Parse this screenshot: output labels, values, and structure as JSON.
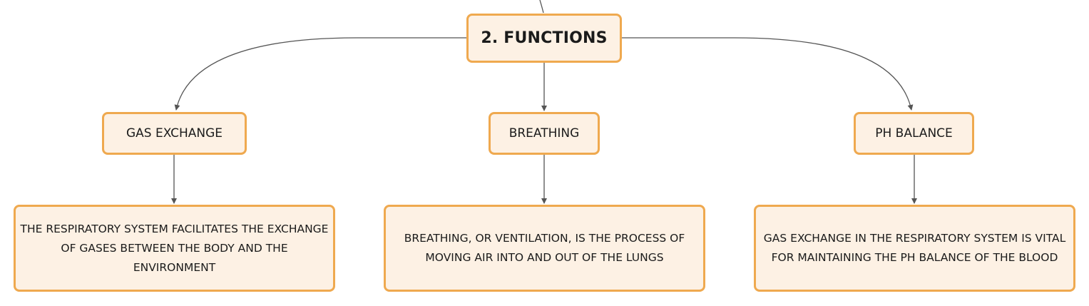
{
  "diagram": {
    "root": {
      "label": "2. FUNCTIONS"
    },
    "branches": [
      {
        "label": "GAS EXCHANGE",
        "detail": "THE RESPIRATORY SYSTEM FACILITATES THE EXCHANGE OF GASES BETWEEN THE BODY AND THE ENVIRONMENT"
      },
      {
        "label": "BREATHING",
        "detail": "BREATHING, OR VENTILATION, IS THE PROCESS OF MOVING AIR INTO AND OUT OF THE LUNGS"
      },
      {
        "label": "PH BALANCE",
        "detail": "GAS EXCHANGE IN THE RESPIRATORY SYSTEM IS VITAL FOR MAINTAINING THE PH BALANCE OF THE BLOOD"
      }
    ]
  },
  "colors": {
    "node_border": "#efa94f",
    "node_fill": "#fdf1e4",
    "connector": "#555555",
    "text": "#1b1b1b"
  }
}
